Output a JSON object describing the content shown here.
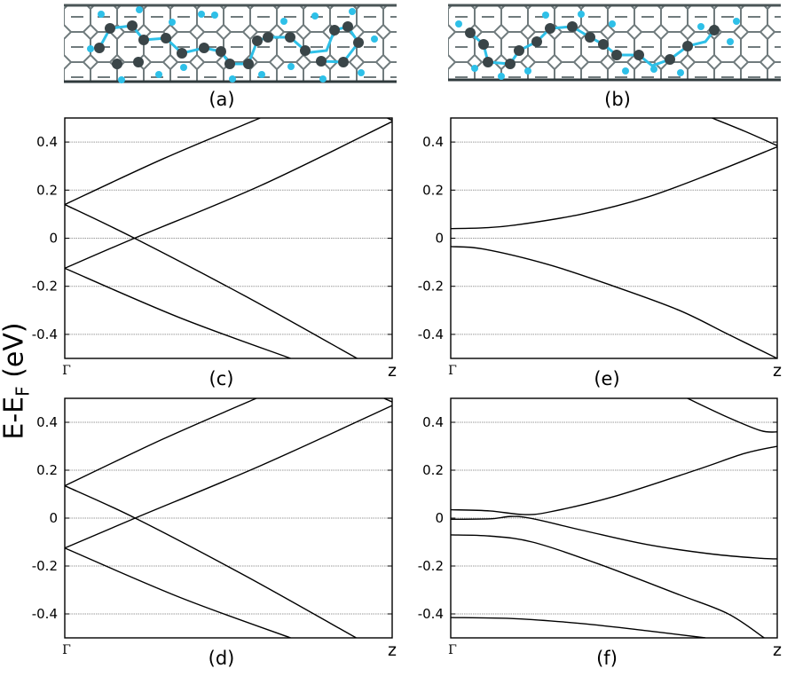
{
  "figure": {
    "ylabel_main": "E-E",
    "ylabel_sub": "F",
    "ylabel_unit": " (eV)",
    "structure_labels": [
      "(a)",
      "(b)"
    ]
  },
  "colors": {
    "band": "#000000",
    "grid": "#9a9a9a",
    "tube": "#6f7a7c",
    "carbon": "#3a4548",
    "hydrogen": "#2ec0e8"
  },
  "chart_data": [
    {
      "type": "line",
      "id": "c",
      "label": "(c)",
      "xticks": [
        "Γ",
        "z"
      ],
      "ylim": [
        -0.5,
        0.5
      ],
      "yticks": [
        0.4,
        0.2,
        0,
        -0.2,
        -0.4
      ],
      "ytick_labels": [
        "0.4",
        "0.2",
        "0",
        "-0.2",
        "-0.4"
      ],
      "grid": "horizontal-dotted",
      "series": [
        {
          "name": "band1",
          "points": [
            [
              0,
              0.14
            ],
            [
              0.3,
              0.33
            ],
            [
              0.597,
              0.5
            ]
          ]
        },
        {
          "name": "band2",
          "points": [
            [
              0,
              -0.125
            ],
            [
              0.213,
              0
            ],
            [
              0.6,
              0.22
            ],
            [
              1,
              0.485
            ]
          ]
        },
        {
          "name": "band3",
          "points": [
            [
              0,
              0.14
            ],
            [
              0.213,
              0
            ],
            [
              0.55,
              -0.24
            ],
            [
              0.893,
              -0.5
            ]
          ]
        },
        {
          "name": "band4",
          "points": [
            [
              0,
              -0.125
            ],
            [
              0.35,
              -0.33
            ],
            [
              0.69,
              -0.5
            ]
          ]
        },
        {
          "name": "band5",
          "points": [
            [
              0.985,
              0.5
            ],
            [
              1,
              0.49
            ]
          ]
        }
      ]
    },
    {
      "type": "line",
      "id": "e",
      "label": "(e)",
      "xticks": [
        "Γ",
        "z"
      ],
      "ylim": [
        -0.5,
        0.5
      ],
      "yticks": [
        0.4,
        0.2,
        0,
        -0.2,
        -0.4
      ],
      "ytick_labels": [
        "0.4",
        "0.2",
        "0",
        "-0.2",
        "-0.4"
      ],
      "grid": "horizontal-dotted",
      "series": [
        {
          "name": "band1",
          "points": [
            [
              0,
              0.04
            ],
            [
              0.1,
              0.043
            ],
            [
              0.2,
              0.055
            ],
            [
              0.4,
              0.1
            ],
            [
              0.6,
              0.17
            ],
            [
              0.8,
              0.27
            ],
            [
              1,
              0.38
            ]
          ]
        },
        {
          "name": "band2",
          "points": [
            [
              0,
              -0.035
            ],
            [
              0.1,
              -0.045
            ],
            [
              0.3,
              -0.11
            ],
            [
              0.5,
              -0.2
            ],
            [
              0.7,
              -0.3
            ],
            [
              0.85,
              -0.4
            ],
            [
              1,
              -0.5
            ]
          ]
        },
        {
          "name": "band3",
          "points": [
            [
              0.8,
              0.5
            ],
            [
              0.9,
              0.445
            ],
            [
              1,
              0.385
            ]
          ]
        }
      ]
    },
    {
      "type": "line",
      "id": "d",
      "label": "(d)",
      "xticks": [
        "Γ",
        "z"
      ],
      "ylim": [
        -0.5,
        0.5
      ],
      "yticks": [
        0.4,
        0.2,
        0,
        -0.2,
        -0.4
      ],
      "ytick_labels": [
        "0.4",
        "0.2",
        "0",
        "-0.2",
        "-0.4"
      ],
      "grid": "horizontal-dotted",
      "series": [
        {
          "name": "band1",
          "points": [
            [
              0,
              0.135
            ],
            [
              0.3,
              0.33
            ],
            [
              0.585,
              0.5
            ]
          ]
        },
        {
          "name": "band2",
          "points": [
            [
              0,
              -0.125
            ],
            [
              0.215,
              0
            ],
            [
              0.6,
              0.22
            ],
            [
              1,
              0.47
            ]
          ]
        },
        {
          "name": "band3",
          "points": [
            [
              0,
              0.135
            ],
            [
              0.215,
              0
            ],
            [
              0.55,
              -0.24
            ],
            [
              0.89,
              -0.5
            ]
          ]
        },
        {
          "name": "band4",
          "points": [
            [
              0,
              -0.125
            ],
            [
              0.35,
              -0.33
            ],
            [
              0.69,
              -0.5
            ]
          ]
        },
        {
          "name": "band5",
          "points": [
            [
              0.975,
              0.5
            ],
            [
              1,
              0.485
            ]
          ]
        }
      ]
    },
    {
      "type": "line",
      "id": "f",
      "label": "(f)",
      "xticks": [
        "Γ",
        "z"
      ],
      "ylim": [
        -0.5,
        0.5
      ],
      "yticks": [
        0.4,
        0.2,
        0,
        -0.2,
        -0.4
      ],
      "ytick_labels": [
        "0.4",
        "0.2",
        "0",
        "-0.2",
        "-0.4"
      ],
      "grid": "horizontal-dotted",
      "series": [
        {
          "name": "band1",
          "points": [
            [
              0.725,
              0.5
            ],
            [
              0.85,
              0.42
            ],
            [
              0.95,
              0.365
            ],
            [
              1,
              0.36
            ]
          ]
        },
        {
          "name": "band2",
          "points": [
            [
              0,
              0.035
            ],
            [
              0.12,
              0.03
            ],
            [
              0.22,
              0.015
            ],
            [
              0.3,
              0.025
            ],
            [
              0.5,
              0.09
            ],
            [
              0.75,
              0.2
            ],
            [
              0.9,
              0.27
            ],
            [
              1,
              0.3
            ]
          ]
        },
        {
          "name": "band3",
          "points": [
            [
              0,
              -0.005
            ],
            [
              0.12,
              -0.003
            ],
            [
              0.22,
              0.005
            ],
            [
              0.4,
              -0.05
            ],
            [
              0.6,
              -0.11
            ],
            [
              0.8,
              -0.15
            ],
            [
              0.95,
              -0.168
            ],
            [
              1,
              -0.17
            ]
          ]
        },
        {
          "name": "band4",
          "points": [
            [
              0,
              -0.07
            ],
            [
              0.12,
              -0.075
            ],
            [
              0.25,
              -0.1
            ],
            [
              0.45,
              -0.19
            ],
            [
              0.7,
              -0.32
            ],
            [
              0.85,
              -0.4
            ],
            [
              0.96,
              -0.5
            ]
          ]
        },
        {
          "name": "band5",
          "points": [
            [
              0,
              -0.415
            ],
            [
              0.2,
              -0.42
            ],
            [
              0.4,
              -0.44
            ],
            [
              0.6,
              -0.47
            ],
            [
              0.78,
              -0.5
            ]
          ]
        }
      ]
    }
  ]
}
